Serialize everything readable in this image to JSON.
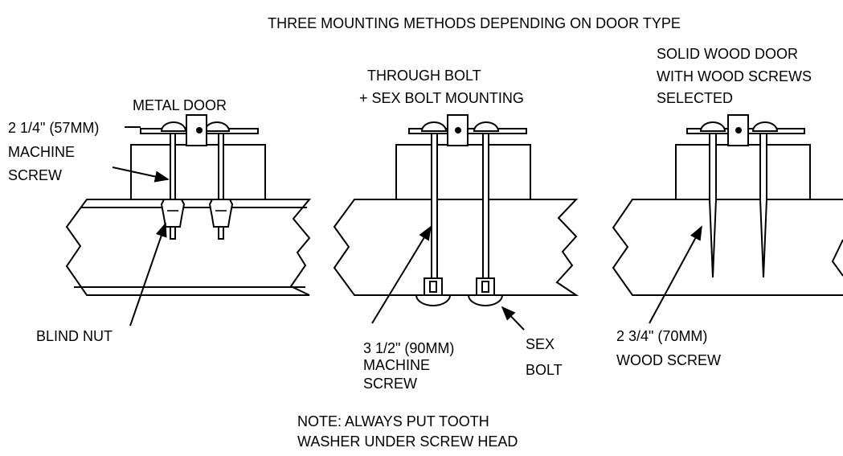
{
  "title": "THREE MOUNTING METHODS DEPENDING ON DOOR TYPE",
  "panels": [
    {
      "heading": [
        "METAL DOOR"
      ],
      "labels": [
        [
          "2 1/4\" (57MM)",
          "MACHINE",
          "SCREW"
        ],
        [
          "BLIND NUT"
        ]
      ]
    },
    {
      "heading": [
        "THROUGH BOLT",
        "+ SEX BOLT MOUNTING"
      ],
      "labels": [
        [
          "3 1/2\" (90MM)",
          "MACHINE",
          "SCREW"
        ],
        [
          "SEX",
          "BOLT"
        ]
      ]
    },
    {
      "heading": [
        "SOLID WOOD DOOR",
        "WITH WOOD SCREWS",
        "SELECTED"
      ],
      "labels": [
        [
          "2 3/4\" (70MM)",
          "WOOD SCREW"
        ]
      ]
    }
  ],
  "note": [
    "NOTE: ALWAYS PUT TOOTH",
    "WASHER UNDER SCREW HEAD"
  ]
}
